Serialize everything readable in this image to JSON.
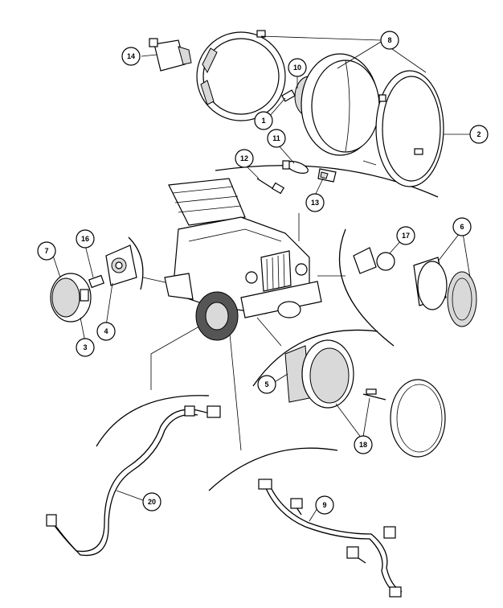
{
  "callouts": [
    {
      "id": "c14",
      "label": "14"
    },
    {
      "id": "c8",
      "label": "8"
    },
    {
      "id": "c10",
      "label": "10"
    },
    {
      "id": "c1",
      "label": "1"
    },
    {
      "id": "c2",
      "label": "2"
    },
    {
      "id": "c11",
      "label": "11"
    },
    {
      "id": "c12",
      "label": "12"
    },
    {
      "id": "c13",
      "label": "13"
    },
    {
      "id": "c7",
      "label": "7"
    },
    {
      "id": "c16",
      "label": "16"
    },
    {
      "id": "c4",
      "label": "4"
    },
    {
      "id": "c3",
      "label": "3"
    },
    {
      "id": "c17",
      "label": "17"
    },
    {
      "id": "c6",
      "label": "6"
    },
    {
      "id": "c5",
      "label": "5"
    },
    {
      "id": "c18",
      "label": "18"
    },
    {
      "id": "c20",
      "label": "20"
    },
    {
      "id": "c9",
      "label": "9"
    }
  ]
}
